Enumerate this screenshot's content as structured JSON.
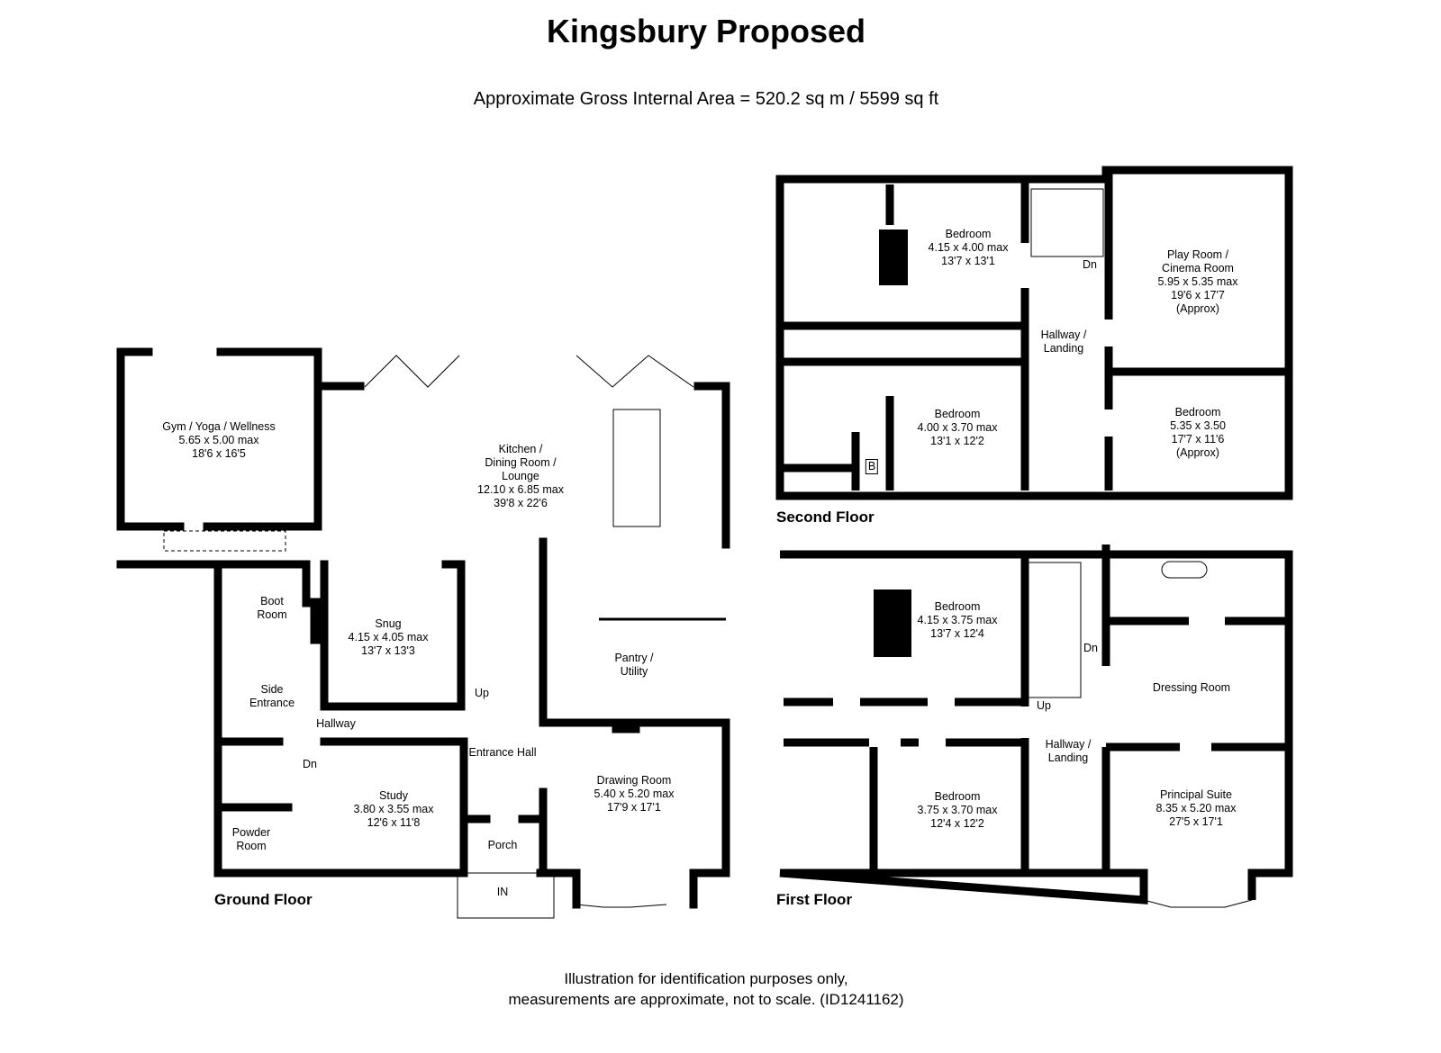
{
  "title": "Kingsbury Proposed",
  "subtitle": "Approximate Gross Internal Area = 520.2 sq m / 5599 sq ft",
  "floors": {
    "ground": "Ground Floor",
    "first": "First Floor",
    "second": "Second Floor"
  },
  "rooms": {
    "gym": {
      "name": "Gym / Yoga / Wellness",
      "metric": "5.65 x 5.00 max",
      "imperial": "18'6 x 16'5"
    },
    "kitchen": {
      "name1": "Kitchen /",
      "name2": "Dining Room /",
      "name3": "Lounge",
      "metric": "12.10 x 6.85 max",
      "imperial": "39'8 x 22'6"
    },
    "boot": {
      "name1": "Boot",
      "name2": "Room"
    },
    "snug": {
      "name": "Snug",
      "metric": "4.15 x 4.05 max",
      "imperial": "13'7 x 13'3"
    },
    "side_entrance": {
      "name1": "Side",
      "name2": "Entrance"
    },
    "hallway": "Hallway",
    "pantry": {
      "name1": "Pantry /",
      "name2": "Utility"
    },
    "entrance_hall": "Entrance Hall",
    "study": {
      "name": "Study",
      "metric": "3.80 x 3.55 max",
      "imperial": "12'6 x 11'8"
    },
    "powder": {
      "name1": "Powder",
      "name2": "Room"
    },
    "porch": "Porch",
    "drawing": {
      "name": "Drawing Room",
      "metric": "5.40 x 5.20 max",
      "imperial": "17'9 x 17'1"
    },
    "s_bed1": {
      "name": "Bedroom",
      "metric": "4.15 x 4.00 max",
      "imperial": "13'7 x 13'1"
    },
    "s_bed2": {
      "name": "Bedroom",
      "metric": "4.00 x 3.70 max",
      "imperial": "13'1 x 12'2"
    },
    "play": {
      "name1": "Play Room /",
      "name2": "Cinema Room",
      "metric": "5.95 x 5.35 max",
      "imperial": "19'6 x 17'7",
      "note": "(Approx)"
    },
    "s_bed3": {
      "name": "Bedroom",
      "metric": "5.35 x 3.50",
      "imperial": "17'7 x 11'6",
      "note": "(Approx)"
    },
    "s_landing": {
      "name1": "Hallway /",
      "name2": "Landing"
    },
    "f_bed1": {
      "name": "Bedroom",
      "metric": "4.15 x 3.75 max",
      "imperial": "13'7 x 12'4"
    },
    "f_bed2": {
      "name": "Bedroom",
      "metric": "3.75 x 3.70 max",
      "imperial": "12'4 x 12'2"
    },
    "dressing": "Dressing Room",
    "principal": {
      "name": "Principal Suite",
      "metric": "8.35 x 5.20 max",
      "imperial": "27'5 x 17'1"
    },
    "f_landing": {
      "name1": "Hallway /",
      "name2": "Landing"
    }
  },
  "stair_labels": {
    "up_ground": "Up",
    "dn_ground": "Dn",
    "in": "IN",
    "dn_second": "Dn",
    "dn_first": "Dn",
    "up_first": "Up",
    "boiler": "B"
  },
  "footer": {
    "line1": "Illustration for identification purposes only,",
    "line2": "measurements are approximate, not to scale. (ID1241162)"
  }
}
